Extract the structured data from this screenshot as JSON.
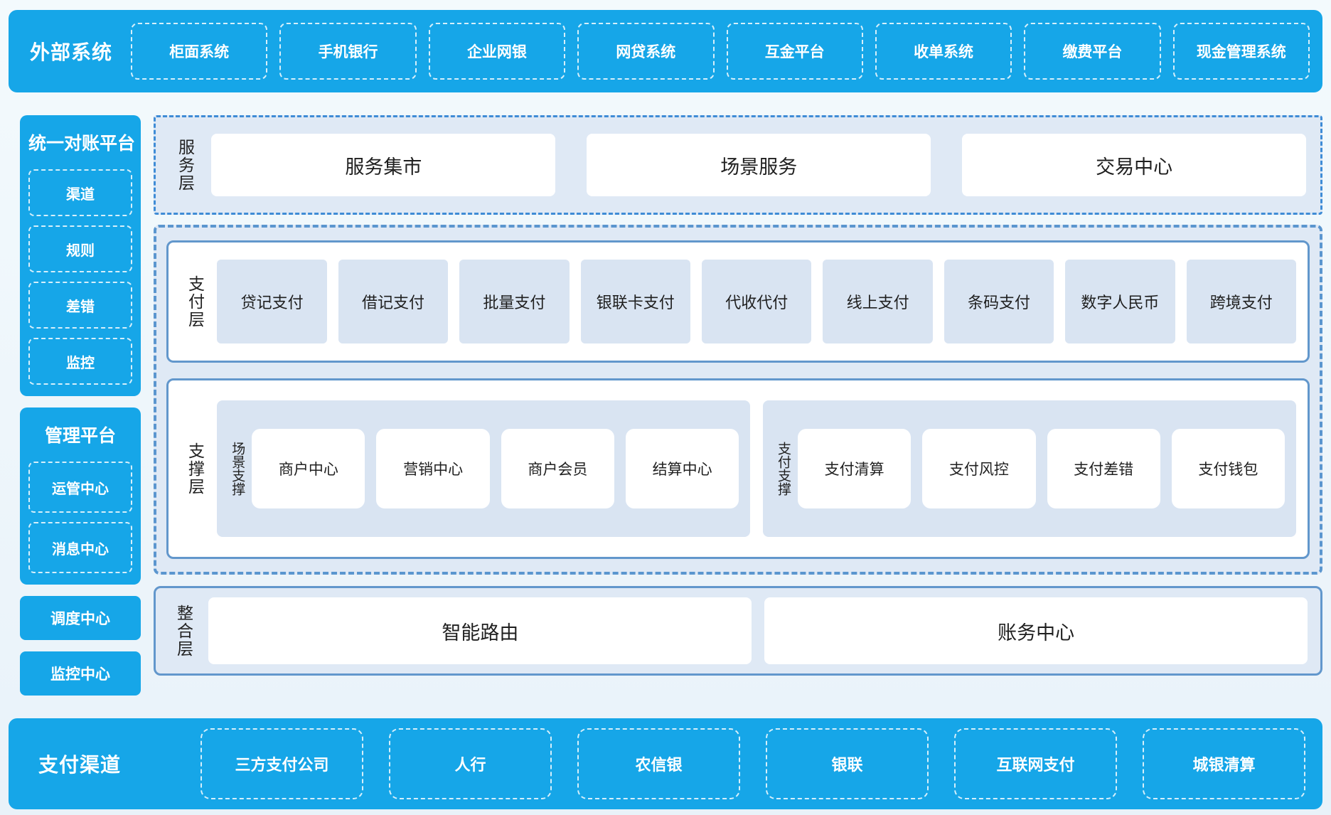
{
  "colors": {
    "brand_blue": "#16a6e8",
    "panel_light_blue": "#dfe9f5",
    "item_light_blue": "#d9e4f2",
    "solid_border_blue": "#6297cc",
    "dashed_border_blue": "#5b96cf",
    "dashdot_border_blue": "#3f8cd6"
  },
  "top_bar": {
    "title": "外部系统",
    "items": [
      "柜面系统",
      "手机银行",
      "企业网银",
      "网贷系统",
      "互金平台",
      "收单系统",
      "缴费平台",
      "现金管理系统"
    ]
  },
  "sidebar": {
    "reconciliation_panel": {
      "title": "统一对账平台",
      "items": [
        "渠道",
        "规则",
        "差错",
        "监控"
      ]
    },
    "management_panel": {
      "title": "管理平台",
      "items": [
        "运管中心",
        "消息中心"
      ]
    },
    "solo_boxes": [
      "调度中心",
      "监控中心"
    ]
  },
  "layers": {
    "service": {
      "label": "服务层",
      "items": [
        "服务集市",
        "场景服务",
        "交易中心"
      ]
    },
    "payment": {
      "label": "支付层",
      "items": [
        "贷记支付",
        "借记支付",
        "批量支付",
        "银联卡支付",
        "代收代付",
        "线上支付",
        "条码支付",
        "数字人民币",
        "跨境支付"
      ]
    },
    "support": {
      "label": "支撑层",
      "groups": [
        {
          "label": "场景支撑",
          "items": [
            "商户中心",
            "营销中心",
            "商户会员",
            "结算中心"
          ]
        },
        {
          "label": "支付支撑",
          "items": [
            "支付清算",
            "支付风控",
            "支付差错",
            "支付钱包"
          ]
        }
      ]
    },
    "integration": {
      "label": "整合层",
      "items": [
        "智能路由",
        "账务中心"
      ]
    }
  },
  "bottom_bar": {
    "title": "支付渠道",
    "items": [
      "三方支付公司",
      "人行",
      "农信银",
      "银联",
      "互联网支付",
      "城银清算"
    ]
  }
}
